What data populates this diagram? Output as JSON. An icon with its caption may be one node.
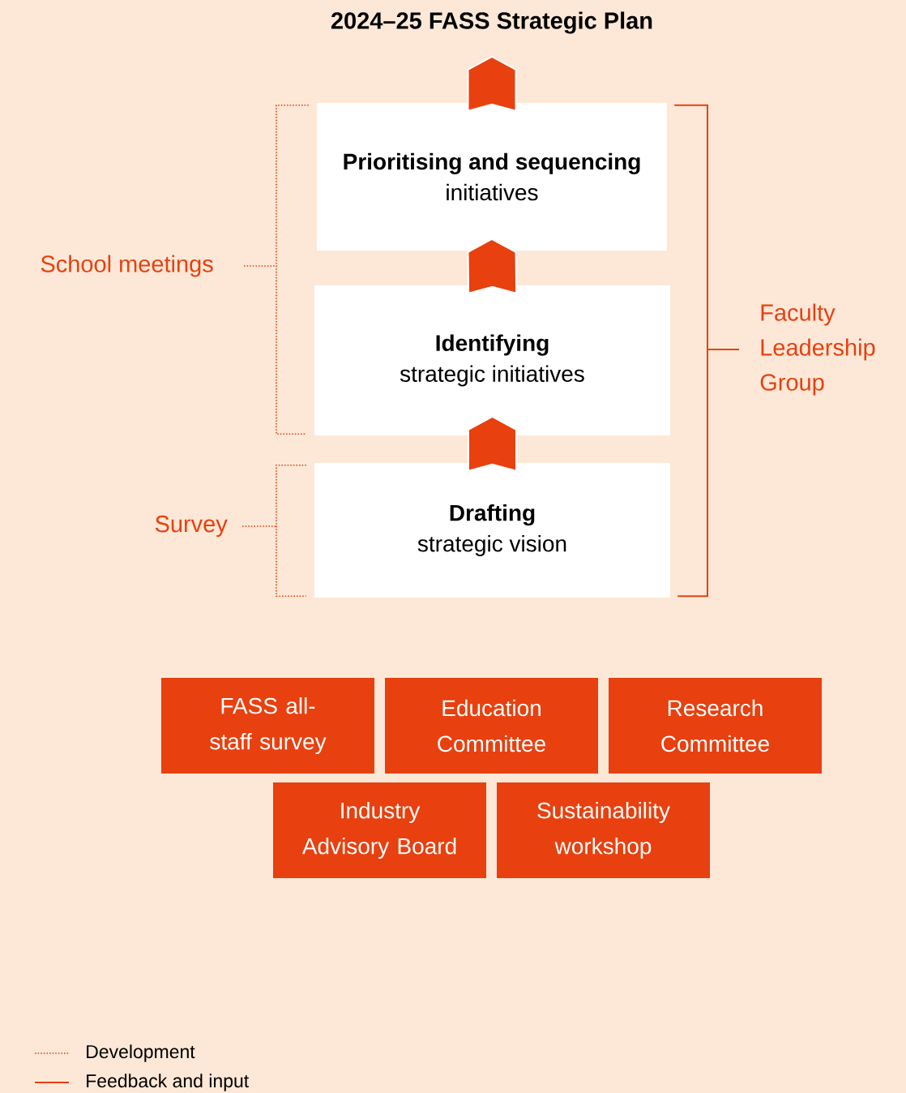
{
  "diagram": {
    "nodes": [
      {
        "text": [
          "2024–25 FASS Strategic Plan"
        ]
      },
      {
        "text": [
          "Prioritising and sequencing",
          "initiatives"
        ]
      },
      {
        "text": [
          "Identifying",
          "strategic initiatives"
        ]
      },
      {
        "text": [
          "Drafting",
          "strategic vision"
        ]
      },
      {
        "text": [
          "School meetings"
        ]
      },
      {
        "text": [
          "Survey"
        ]
      },
      {
        "text": [
          "Faculty Leadership Group"
        ]
      },
      {
        "text": [
          "FASS all-staff survey"
        ]
      },
      {
        "text": [
          "Education Committee"
        ]
      },
      {
        "text": [
          "Research Committee"
        ]
      },
      {
        "text": [
          "Industry Advisory Board"
        ]
      },
      {
        "text": [
          "Sustainability workshop"
        ]
      }
    ],
    "edges": [
      {
        "from": 3,
        "to": 2,
        "arrow": "to"
      },
      {
        "from": 2,
        "to": 1,
        "arrow": "to"
      },
      {
        "from": 1,
        "to": 0,
        "arrow": "to"
      },
      {
        "from": 4,
        "to": 1,
        "arrow": "none",
        "style": "dashed"
      },
      {
        "from": 4,
        "to": 2,
        "arrow": "none",
        "style": "dashed"
      },
      {
        "from": 5,
        "to": 3,
        "arrow": "none",
        "style": "dashed"
      },
      {
        "from": 6,
        "to": 1,
        "arrow": "none"
      },
      {
        "from": 6,
        "to": 3,
        "arrow": "none"
      }
    ],
    "legend": [
      {
        "text": "Development"
      },
      {
        "text": "Feedback and input"
      }
    ]
  }
}
